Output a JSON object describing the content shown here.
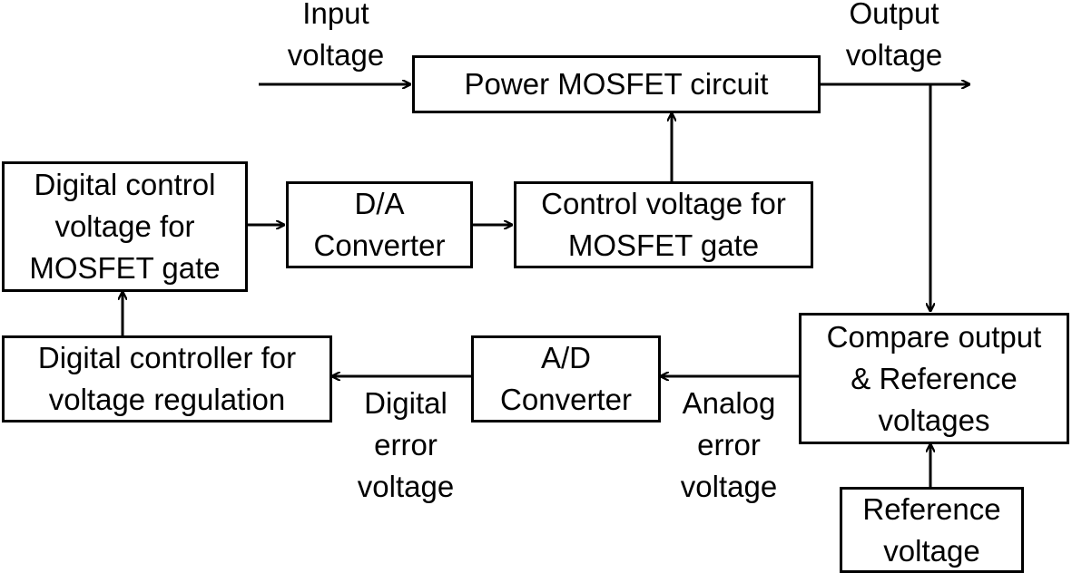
{
  "blocks": {
    "power_mosfet": [
      "Power MOSFET circuit"
    ],
    "digital_control_voltage": [
      "Digital control",
      "voltage for",
      "MOSFET gate"
    ],
    "da_converter": [
      "D/A",
      "Converter"
    ],
    "control_voltage": [
      "Control voltage for",
      "MOSFET gate"
    ],
    "digital_controller": [
      "Digital controller for",
      "voltage regulation"
    ],
    "ad_converter": [
      "A/D",
      "Converter"
    ],
    "compare": [
      "Compare output",
      "& Reference",
      "voltages"
    ],
    "reference_voltage": [
      "Reference",
      "voltage"
    ]
  },
  "labels": {
    "input_voltage": [
      "Input",
      "voltage"
    ],
    "output_voltage": [
      "Output",
      "voltage"
    ],
    "digital_error_voltage": [
      "Digital",
      "error",
      "voltage"
    ],
    "analog_error_voltage": [
      "Analog",
      "error",
      "voltage"
    ]
  }
}
